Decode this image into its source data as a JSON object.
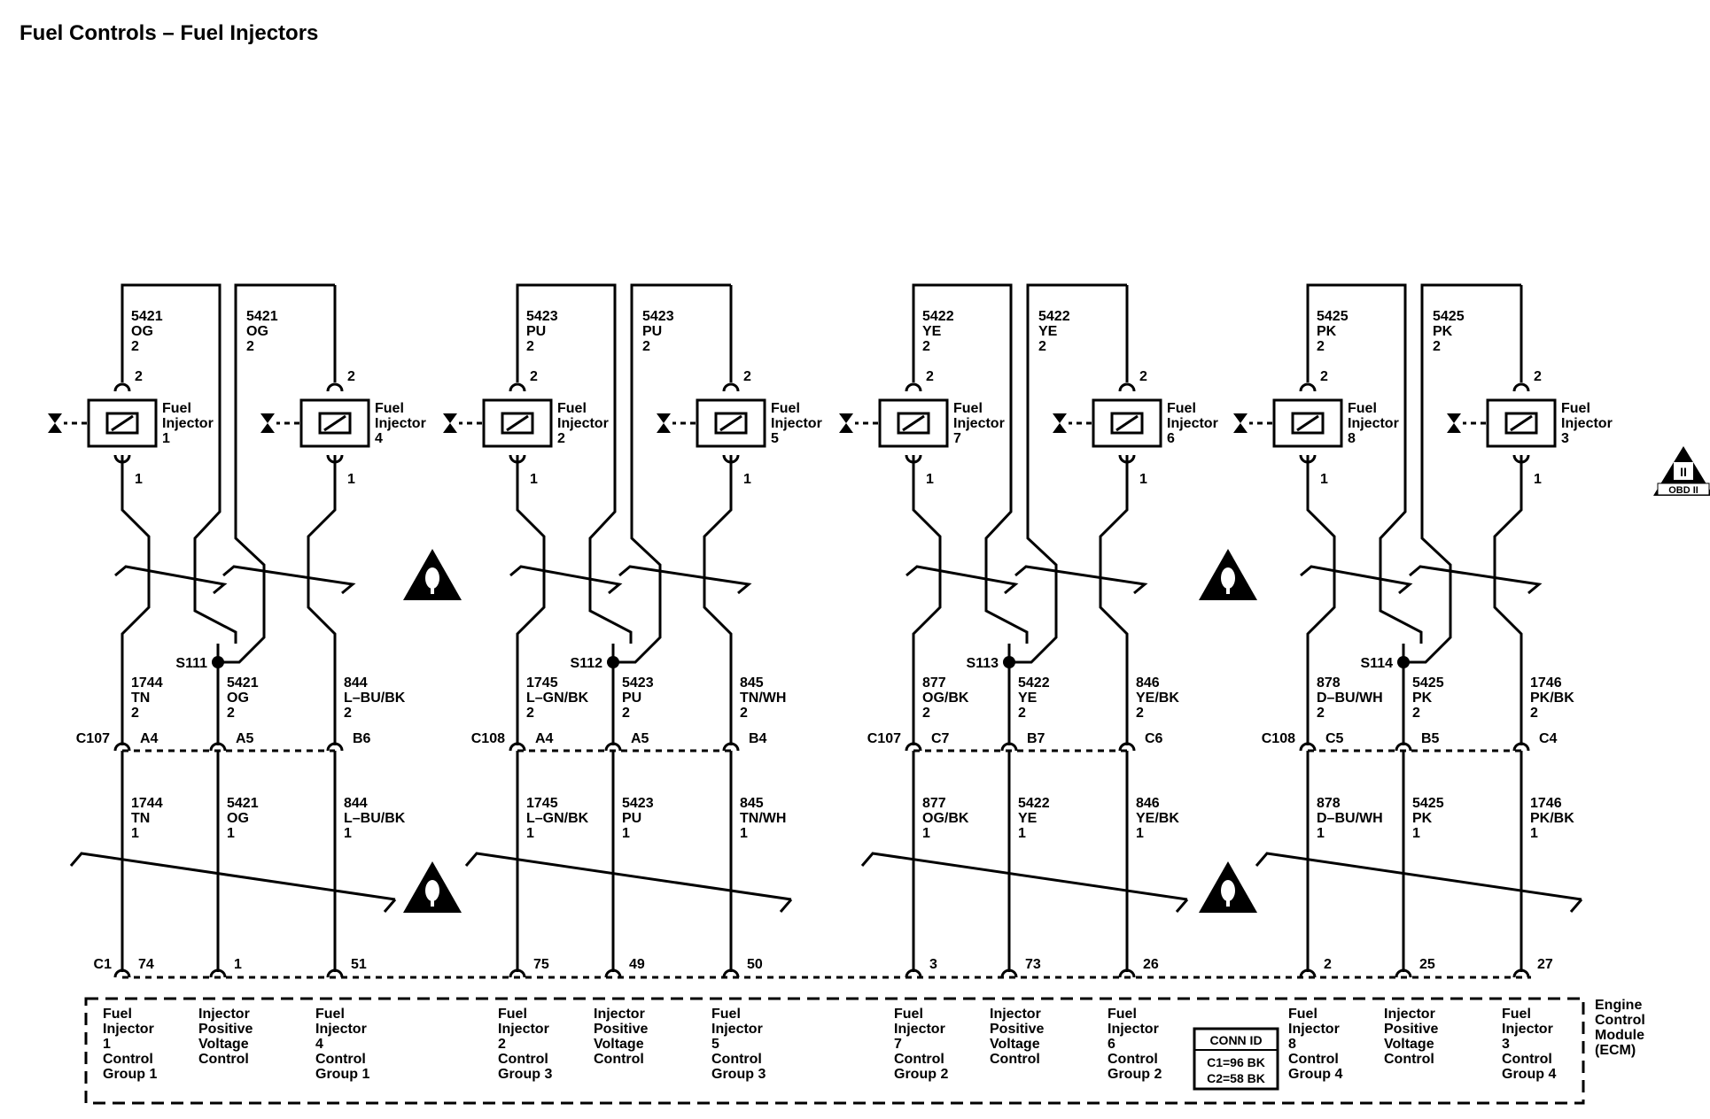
{
  "title": "Fuel Controls – Fuel Injectors",
  "colors": {
    "ink": "#000000",
    "background": "#ffffff"
  },
  "groups": [
    {
      "splice": "S111",
      "top_connector": {
        "left": "C107",
        "pins": [
          "A4",
          "A5",
          "B6"
        ]
      },
      "ecm_pins": {
        "connector": "C1",
        "pins": [
          "74",
          "1",
          "51"
        ]
      },
      "injectors": [
        {
          "label": [
            "Fuel",
            "Injector",
            "1"
          ],
          "supply": [
            "5421",
            "OG",
            "2"
          ],
          "pin_top": "2",
          "pin_bottom": "1"
        },
        {
          "label": [
            "Fuel",
            "Injector",
            "4"
          ],
          "supply": [
            "5421",
            "OG",
            "2"
          ],
          "pin_top": "2",
          "pin_bottom": "1"
        }
      ],
      "upper_wires": [
        [
          "1744",
          "TN",
          "2"
        ],
        [
          "5421",
          "OG",
          "2"
        ],
        [
          "844",
          "L–BU/BK",
          "2"
        ]
      ],
      "lower_wires": [
        [
          "1744",
          "TN",
          "1"
        ],
        [
          "5421",
          "OG",
          "1"
        ],
        [
          "844",
          "L–BU/BK",
          "1"
        ]
      ],
      "ecm_functions": [
        [
          "Fuel",
          "Injector",
          "1",
          "Control",
          "Group 1"
        ],
        [
          "Injector",
          "Positive",
          "Voltage",
          "Control"
        ],
        [
          "Fuel",
          "Injector",
          "4",
          "Control",
          "Group 1"
        ]
      ]
    },
    {
      "splice": "S112",
      "top_connector": {
        "left": "C108",
        "pins": [
          "A4",
          "A5",
          "B4"
        ]
      },
      "ecm_pins": {
        "connector": "",
        "pins": [
          "75",
          "49",
          "50"
        ]
      },
      "injectors": [
        {
          "label": [
            "Fuel",
            "Injector",
            "2"
          ],
          "supply": [
            "5423",
            "PU",
            "2"
          ],
          "pin_top": "2",
          "pin_bottom": "1"
        },
        {
          "label": [
            "Fuel",
            "Injector",
            "5"
          ],
          "supply": [
            "5423",
            "PU",
            "2"
          ],
          "pin_top": "2",
          "pin_bottom": "1"
        }
      ],
      "upper_wires": [
        [
          "1745",
          "L–GN/BK",
          "2"
        ],
        [
          "5423",
          "PU",
          "2"
        ],
        [
          "845",
          "TN/WH",
          "2"
        ]
      ],
      "lower_wires": [
        [
          "1745",
          "L–GN/BK",
          "1"
        ],
        [
          "5423",
          "PU",
          "1"
        ],
        [
          "845",
          "TN/WH",
          "1"
        ]
      ],
      "ecm_functions": [
        [
          "Fuel",
          "Injector",
          "2",
          "Control",
          "Group 3"
        ],
        [
          "Injector",
          "Positive",
          "Voltage",
          "Control"
        ],
        [
          "Fuel",
          "Injector",
          "5",
          "Control",
          "Group 3"
        ]
      ]
    },
    {
      "splice": "S113",
      "top_connector": {
        "left": "C107",
        "pins": [
          "C7",
          "B7",
          "C6"
        ]
      },
      "ecm_pins": {
        "connector": "",
        "pins": [
          "3",
          "73",
          "26"
        ]
      },
      "injectors": [
        {
          "label": [
            "Fuel",
            "Injector",
            "7"
          ],
          "supply": [
            "5422",
            "YE",
            "2"
          ],
          "pin_top": "2",
          "pin_bottom": "1"
        },
        {
          "label": [
            "Fuel",
            "Injector",
            "6"
          ],
          "supply": [
            "5422",
            "YE",
            "2"
          ],
          "pin_top": "2",
          "pin_bottom": "1"
        }
      ],
      "upper_wires": [
        [
          "877",
          "OG/BK",
          "2"
        ],
        [
          "5422",
          "YE",
          "2"
        ],
        [
          "846",
          "YE/BK",
          "2"
        ]
      ],
      "lower_wires": [
        [
          "877",
          "OG/BK",
          "1"
        ],
        [
          "5422",
          "YE",
          "1"
        ],
        [
          "846",
          "YE/BK",
          "1"
        ]
      ],
      "ecm_functions": [
        [
          "Fuel",
          "Injector",
          "7",
          "Control",
          "Group 2"
        ],
        [
          "Injector",
          "Positive",
          "Voltage",
          "Control"
        ],
        [
          "Fuel",
          "Injector",
          "6",
          "Control",
          "Group 2"
        ]
      ]
    },
    {
      "splice": "S114",
      "top_connector": {
        "left": "C108",
        "pins": [
          "C5",
          "B5",
          "C4"
        ]
      },
      "ecm_pins": {
        "connector": "",
        "pins": [
          "2",
          "25",
          "27"
        ]
      },
      "injectors": [
        {
          "label": [
            "Fuel",
            "Injector",
            "8"
          ],
          "supply": [
            "5425",
            "PK",
            "2"
          ],
          "pin_top": "2",
          "pin_bottom": "1"
        },
        {
          "label": [
            "Fuel",
            "Injector",
            "3"
          ],
          "supply": [
            "5425",
            "PK",
            "2"
          ],
          "pin_top": "2",
          "pin_bottom": "1"
        }
      ],
      "upper_wires": [
        [
          "878",
          "D–BU/WH",
          "2"
        ],
        [
          "5425",
          "PK",
          "2"
        ],
        [
          "1746",
          "PK/BK",
          "2"
        ]
      ],
      "lower_wires": [
        [
          "878",
          "D–BU/WH",
          "1"
        ],
        [
          "5425",
          "PK",
          "1"
        ],
        [
          "1746",
          "PK/BK",
          "1"
        ]
      ],
      "ecm_functions": [
        [
          "Fuel",
          "Injector",
          "8",
          "Control",
          "Group 4"
        ],
        [
          "Injector",
          "Positive",
          "Voltage",
          "Control"
        ],
        [
          "Fuel",
          "Injector",
          "3",
          "Control",
          "Group 4"
        ]
      ]
    }
  ],
  "ecm_module_label": [
    "Engine",
    "Control",
    "Module",
    "(ECM)"
  ],
  "conn_id": {
    "title": "CONN ID",
    "lines": [
      "C1=96 BK",
      "C2=58 BK"
    ]
  },
  "obd_badge": {
    "numeral": "II",
    "text": "OBD II"
  },
  "icons": {
    "warning": "caution-triangle-icon",
    "obd": "obd-ii-icon",
    "injector": "solenoid-injector-icon"
  }
}
